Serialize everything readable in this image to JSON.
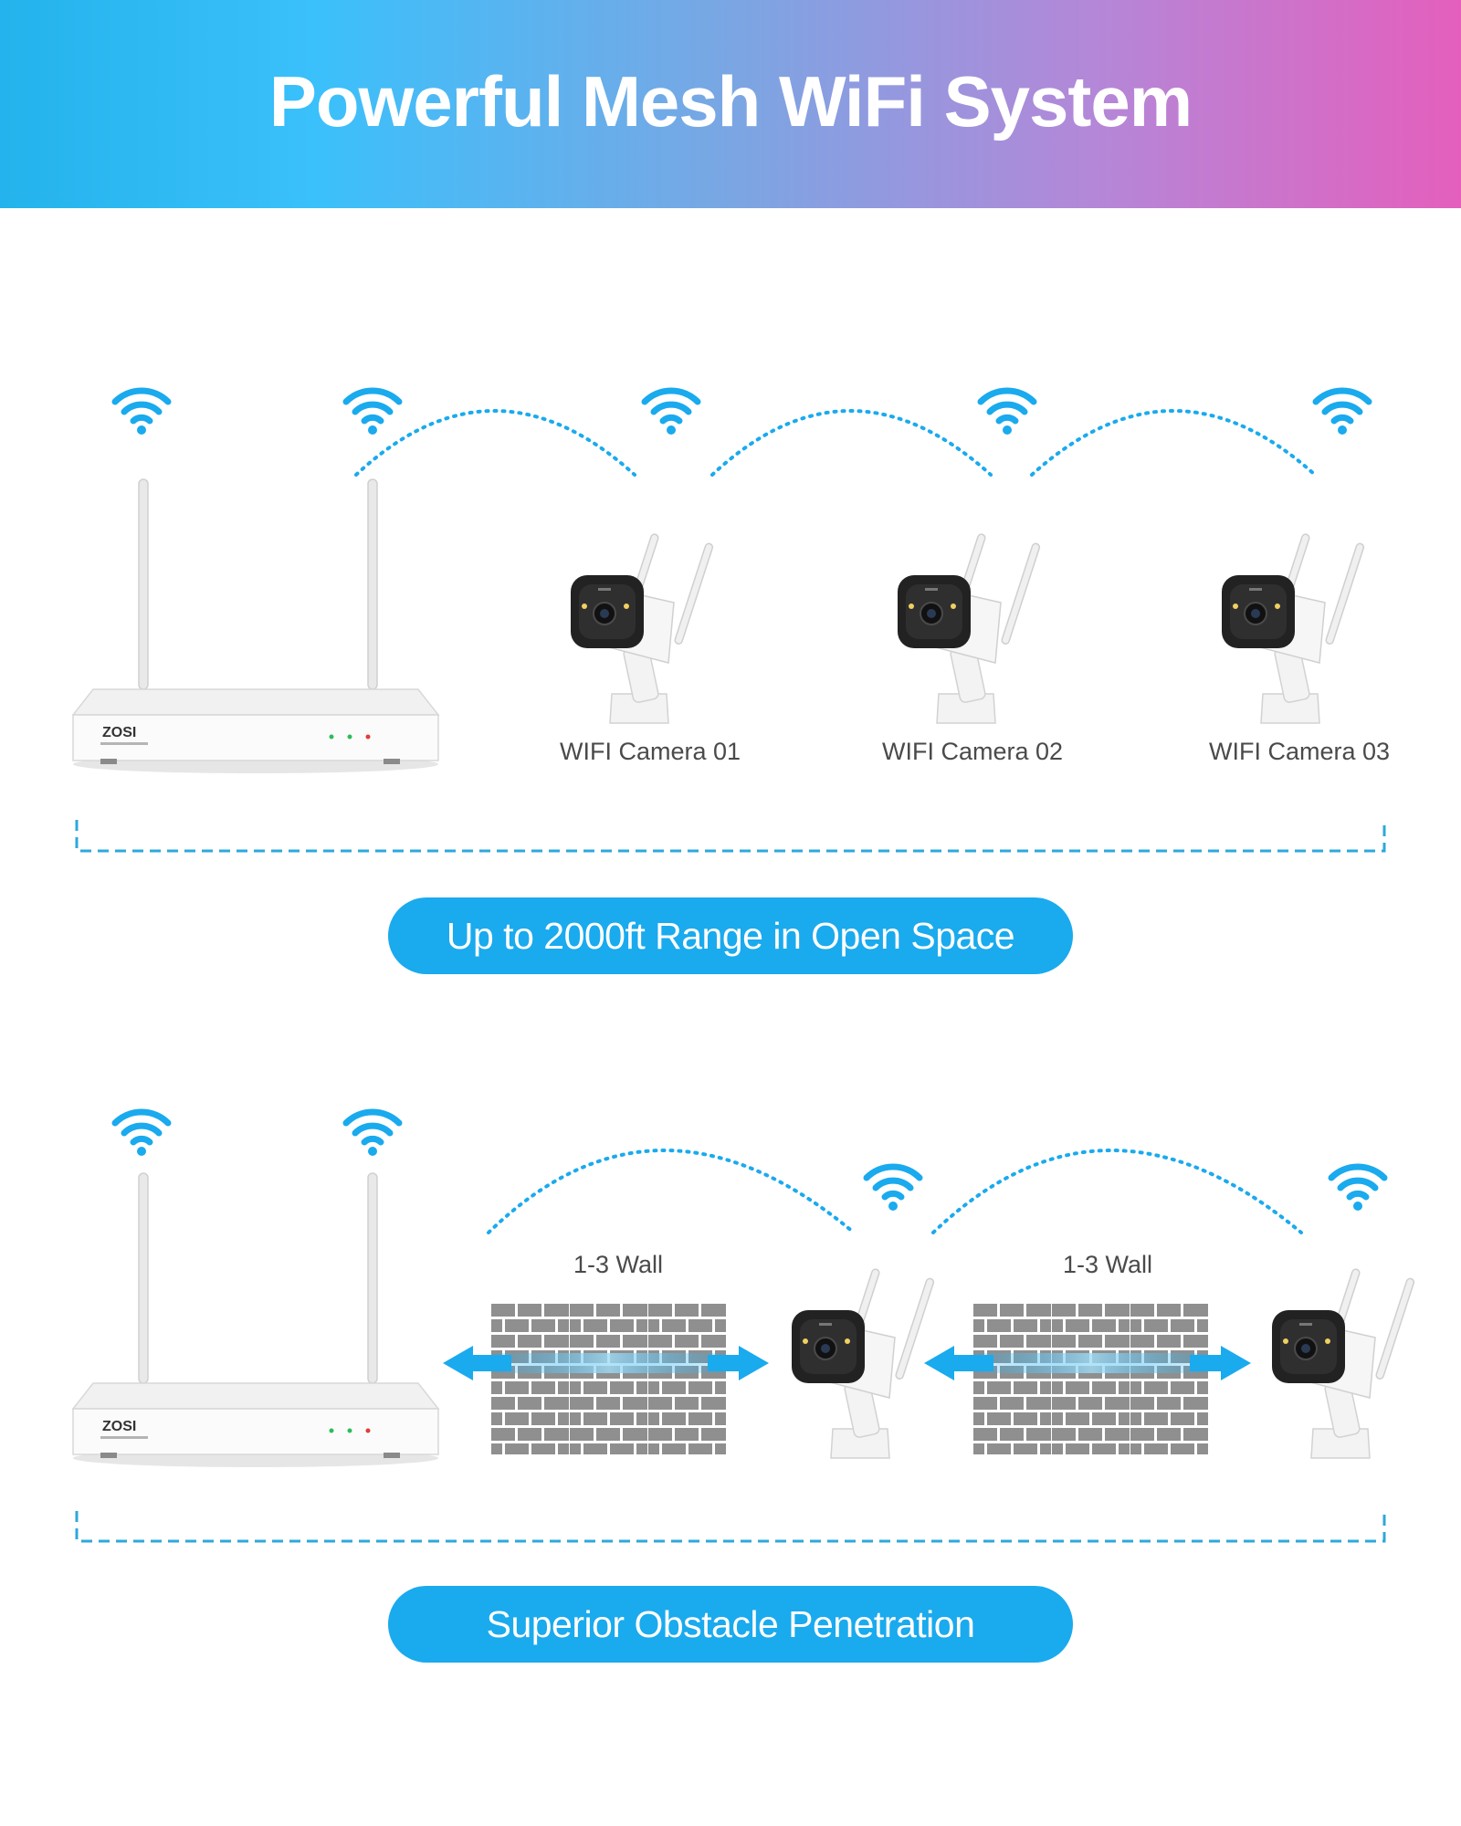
{
  "banner": {
    "title": "Powerful Mesh WiFi System"
  },
  "section_open_space": {
    "recorder_brand": "ZOSI",
    "cameras": [
      {
        "label": "WIFI Camera 01"
      },
      {
        "label": "WIFI Camera 02"
      },
      {
        "label": "WIFI Camera 03"
      }
    ],
    "range_caption": "Up to 2000ft Range in Open Space"
  },
  "section_obstacles": {
    "recorder_brand": "ZOSI",
    "wall_labels": [
      "1-3 Wall",
      "1-3 Wall"
    ],
    "caption": "Superior Obstacle Penetration"
  },
  "colors": {
    "accent_blue": "#1aaaee",
    "dashed_line": "#2da8dd",
    "wifi_icon": "#1aaaee",
    "brick": "#8f8f8f",
    "camera_face": "#222222",
    "banner_left": "#24b3ec",
    "banner_right": "#e45fbd"
  }
}
